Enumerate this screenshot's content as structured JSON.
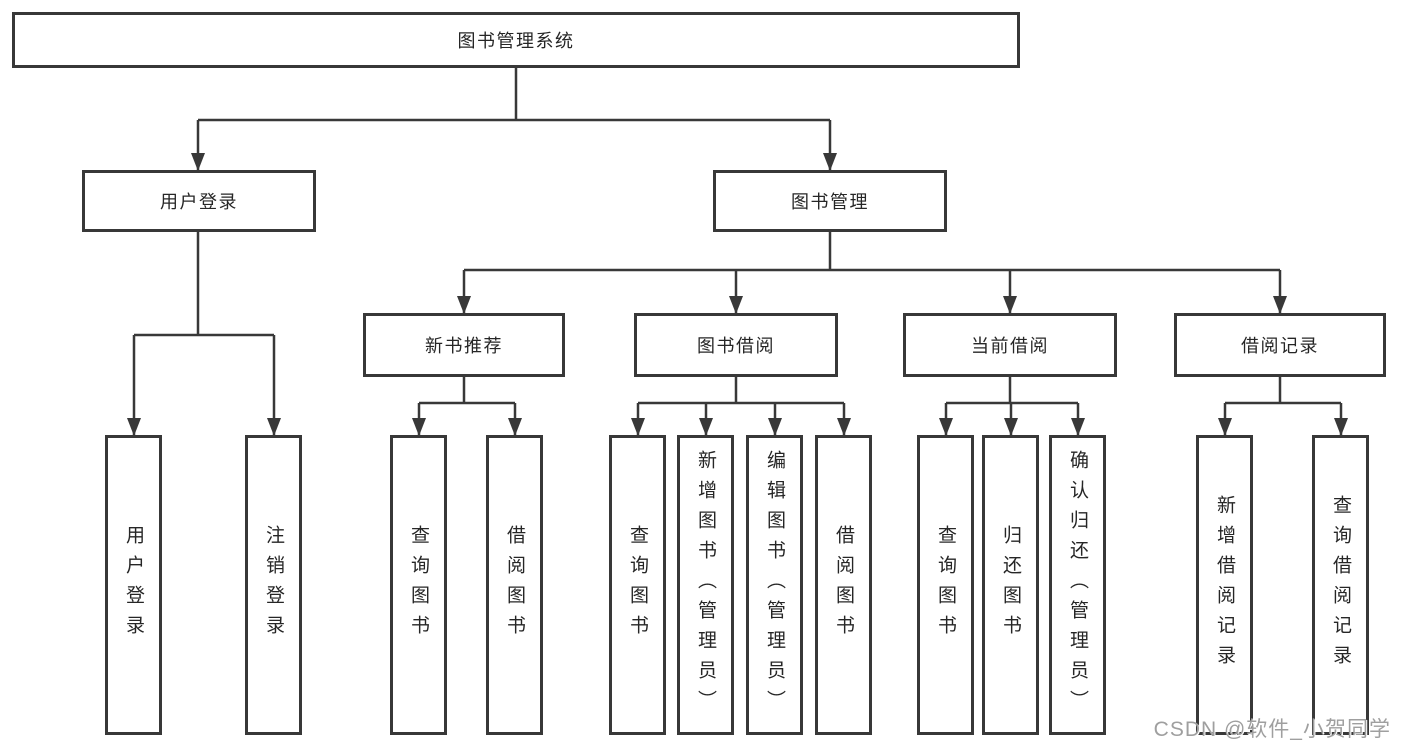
{
  "nodes": {
    "root": "图书管理系统",
    "level2": [
      "用户登录",
      "图书管理"
    ],
    "level3": [
      "新书推荐",
      "图书借阅",
      "当前借阅",
      "借阅记录"
    ],
    "leaves_user_login": [
      "用户登录",
      "注销登录"
    ],
    "leaves_new_book": [
      "查询图书",
      "借阅图书"
    ],
    "leaves_book_borrow": [
      "查询图书",
      "新增图书（管理员）",
      "编辑图书（管理员）",
      "借阅图书"
    ],
    "leaves_current_borrow": [
      "查询图书",
      "归还图书",
      "确认归还（管理员）"
    ],
    "leaves_borrow_records": [
      "新增借阅记录",
      "查询借阅记录"
    ]
  },
  "watermark": "CSDN @软件_小贺同学",
  "colors": {
    "line": "#383838",
    "box_border": "#383838",
    "box_fill": "#ffffff",
    "text": "#262626",
    "watermark": "#9f9f9f"
  }
}
